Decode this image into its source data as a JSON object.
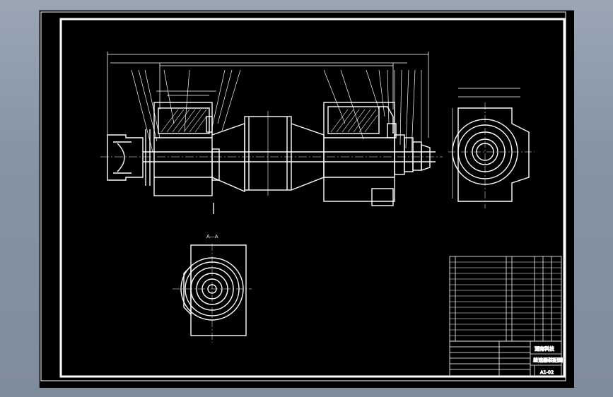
{
  "drawing": {
    "section_label": "A—A",
    "title_block": {
      "school": "湖南科技",
      "drawing_name": "差速器装配图",
      "drawing_number": "A1-02"
    }
  }
}
